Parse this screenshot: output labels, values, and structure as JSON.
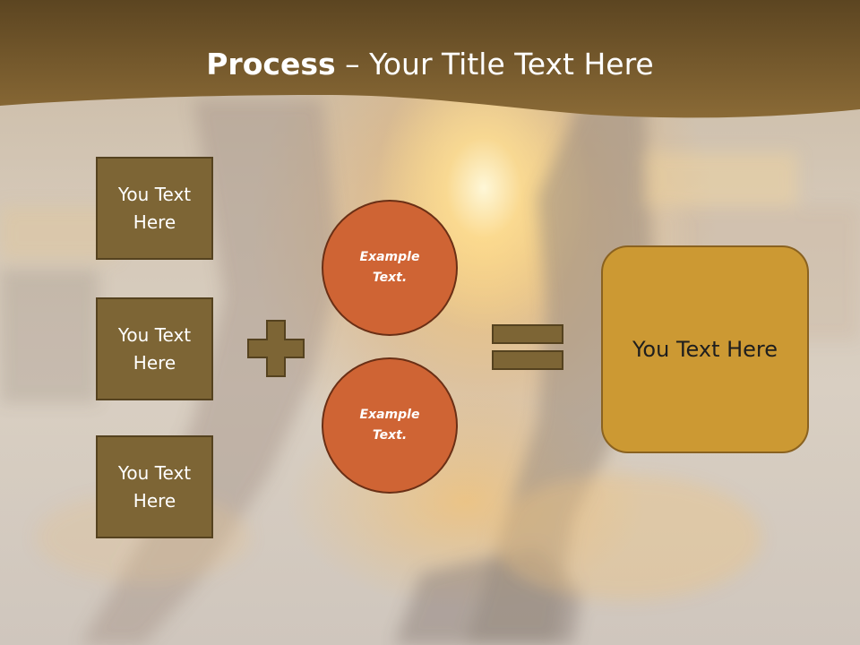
{
  "slide": {
    "title_bold": "Process",
    "title_rest": " – Your Title Text Here",
    "inputs": [
      {
        "label": "You Text Here"
      },
      {
        "label": "You Text Here"
      },
      {
        "label": "You Text Here"
      }
    ],
    "circles": [
      {
        "label": "Example Text."
      },
      {
        "label": "Example Text."
      }
    ],
    "result": {
      "label": "You Text Here"
    },
    "operators": {
      "plus": "plus-icon",
      "equals": "equals-icon"
    }
  },
  "colors": {
    "title_band": "#6b5327",
    "input_fill": "#7d6535",
    "circle_fill": "#cf6434",
    "result_fill": "#cc9933"
  }
}
